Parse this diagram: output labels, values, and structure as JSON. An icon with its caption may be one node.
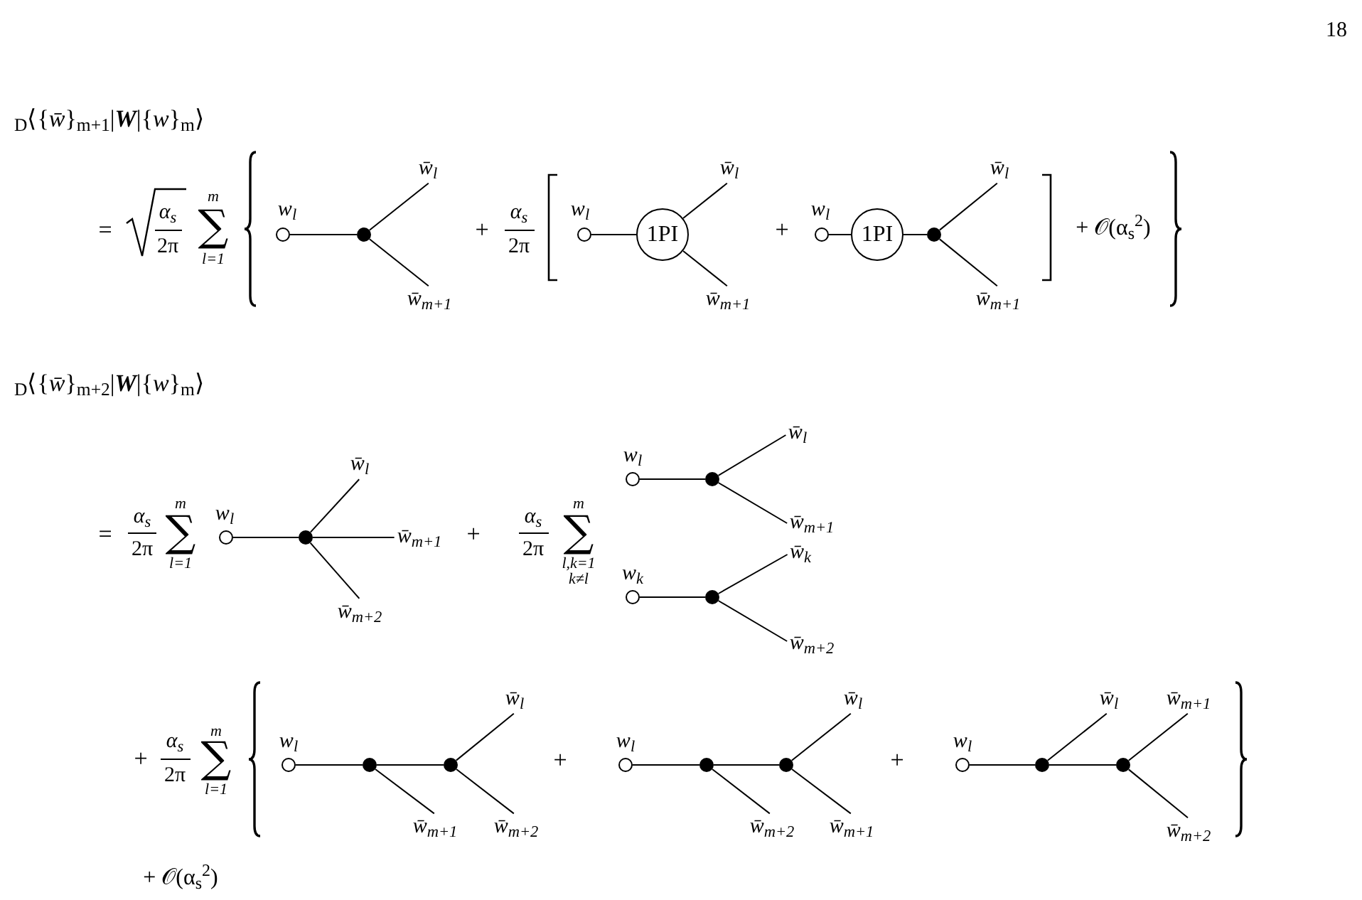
{
  "diagram": {
    "nodes": [
      {
        "text": [],
        "shape": "circle",
        "beside": [
          "w$_{l}$"
        ]
      },
      {
        "text": [],
        "shape": "dot"
      },
      {
        "text": [
          "w̄$_{l}$"
        ]
      },
      {
        "text": [
          "w̄$_{m+1}$"
        ]
      },
      {
        "text": [],
        "shape": "circle",
        "beside": [
          "w$_{l}$"
        ]
      },
      {
        "text": [
          "1PI"
        ]
      },
      {
        "text": [
          "w̄$_{l}$"
        ]
      },
      {
        "text": [
          "w̄$_{m+1}$"
        ]
      },
      {
        "text": [],
        "shape": "circle",
        "beside": [
          "w$_{l}$"
        ]
      },
      {
        "text": [
          "1PI"
        ]
      },
      {
        "text": [],
        "shape": "dot"
      },
      {
        "text": [
          "w̄$_{l}$"
        ]
      },
      {
        "text": [
          "w̄$_{m+1}$"
        ]
      },
      {
        "text": [],
        "shape": "circle",
        "beside": [
          "w$_{l}$"
        ]
      },
      {
        "text": [],
        "shape": "dot"
      },
      {
        "text": [
          "w̄$_{l}$"
        ]
      },
      {
        "text": [
          "w̄$_{m+1}$"
        ]
      },
      {
        "text": [
          "w̄$_{m+2}$"
        ]
      },
      {
        "text": [],
        "shape": "circle",
        "beside": [
          "w$_{l}$"
        ]
      },
      {
        "text": [],
        "shape": "dot"
      },
      {
        "text": [
          "w̄$_{l}$"
        ]
      },
      {
        "text": [
          "w̄$_{m+1}$"
        ]
      },
      {
        "text": [],
        "shape": "circle",
        "beside": [
          "w$_{k}$"
        ]
      },
      {
        "text": [],
        "shape": "dot"
      },
      {
        "text": [
          "w̄$_{k}$"
        ]
      },
      {
        "text": [
          "w̄$_{m+2}$"
        ]
      },
      {
        "text": [],
        "shape": "circle",
        "beside": [
          "w$_{l}$"
        ]
      },
      {
        "text": [],
        "shape": "dot"
      },
      {
        "text": [],
        "shape": "dot"
      },
      {
        "text": [
          "w̄$_{l}$"
        ]
      },
      {
        "text": [
          "w̄$_{m+1}$"
        ]
      },
      {
        "text": [
          "w̄$_{m+2}$"
        ]
      },
      {
        "text": [],
        "shape": "circle",
        "beside": [
          "w$_{l}$"
        ]
      },
      {
        "text": [],
        "shape": "dot"
      },
      {
        "text": [],
        "shape": "dot"
      },
      {
        "text": [
          "w̄$_{l}$"
        ]
      },
      {
        "text": [
          "w̄$_{m+2}$"
        ]
      },
      {
        "text": [
          "w̄$_{m+1}$"
        ]
      },
      {
        "text": [],
        "shape": "circle",
        "beside": [
          "w$_{l}$"
        ]
      },
      {
        "text": [],
        "shape": "dot"
      },
      {
        "text": [],
        "shape": "dot"
      },
      {
        "text": [
          "w̄$_{l}$"
        ]
      },
      {
        "text": [
          "w̄$_{m+1}$"
        ]
      },
      {
        "text": [
          "w̄$_{m+2}$"
        ]
      }
    ],
    "edges": [
      {
        "from": 0,
        "to": 1,
        "arrow": "none"
      },
      {
        "from": 1,
        "to": 2,
        "arrow": "none"
      },
      {
        "from": 1,
        "to": 3,
        "arrow": "none"
      },
      {
        "from": 4,
        "to": 5,
        "arrow": "none"
      },
      {
        "from": 5,
        "to": 6,
        "arrow": "none"
      },
      {
        "from": 5,
        "to": 7,
        "arrow": "none"
      },
      {
        "from": 8,
        "to": 9,
        "arrow": "none"
      },
      {
        "from": 9,
        "to": 10,
        "arrow": "none"
      },
      {
        "from": 10,
        "to": 11,
        "arrow": "none"
      },
      {
        "from": 10,
        "to": 12,
        "arrow": "none"
      },
      {
        "from": 13,
        "to": 14,
        "arrow": "none"
      },
      {
        "from": 14,
        "to": 15,
        "arrow": "none"
      },
      {
        "from": 14,
        "to": 16,
        "arrow": "none"
      },
      {
        "from": 14,
        "to": 17,
        "arrow": "none"
      },
      {
        "from": 18,
        "to": 19,
        "arrow": "none"
      },
      {
        "from": 19,
        "to": 20,
        "arrow": "none"
      },
      {
        "from": 19,
        "to": 21,
        "arrow": "none"
      },
      {
        "from": 22,
        "to": 23,
        "arrow": "none"
      },
      {
        "from": 23,
        "to": 24,
        "arrow": "none"
      },
      {
        "from": 23,
        "to": 25,
        "arrow": "none"
      },
      {
        "from": 26,
        "to": 27,
        "arrow": "none"
      },
      {
        "from": 27,
        "to": 28,
        "arrow": "none"
      },
      {
        "from": 28,
        "to": 29,
        "arrow": "none"
      },
      {
        "from": 27,
        "to": 30,
        "arrow": "none"
      },
      {
        "from": 28,
        "to": 31,
        "arrow": "none"
      },
      {
        "from": 32,
        "to": 33,
        "arrow": "none"
      },
      {
        "from": 33,
        "to": 34,
        "arrow": "none"
      },
      {
        "from": 34,
        "to": 35,
        "arrow": "none"
      },
      {
        "from": 33,
        "to": 36,
        "arrow": "none"
      },
      {
        "from": 34,
        "to": 37,
        "arrow": "none"
      },
      {
        "from": 38,
        "to": 39,
        "arrow": "none"
      },
      {
        "from": 39,
        "to": 40,
        "arrow": "none"
      },
      {
        "from": 39,
        "to": 41,
        "arrow": "none"
      },
      {
        "from": 40,
        "to": 42,
        "arrow": "none"
      },
      {
        "from": 40,
        "to": 43,
        "arrow": "none"
      }
    ],
    "labels": [
      "18",
      "$_{D}$⟨{*w̄*}$_{m+1}$|**W**|{*w*}$_{m}$⟩",
      "=",
      "α$_{s}$",
      "2π",
      "m",
      "∑",
      "l=1",
      "+",
      "α$_{s}$",
      "2π",
      "+",
      "+ 𝒪(α$_{s}$$^{2}$)",
      "$_{D}$⟨{*w̄*}$_{m+2}$|**W**|{*w*}$_{m}$⟩",
      "=",
      "α$_{s}$",
      "2π",
      "m",
      "∑",
      "l=1",
      "+",
      "α$_{s}$",
      "2π",
      "m",
      "∑",
      "l,k=1",
      "k≠l",
      "+",
      "α$_{s}$",
      "2π",
      "m",
      "∑",
      "l=1",
      "+",
      "+",
      "+ 𝒪(α$_{s}$$^{2}$)"
    ]
  }
}
